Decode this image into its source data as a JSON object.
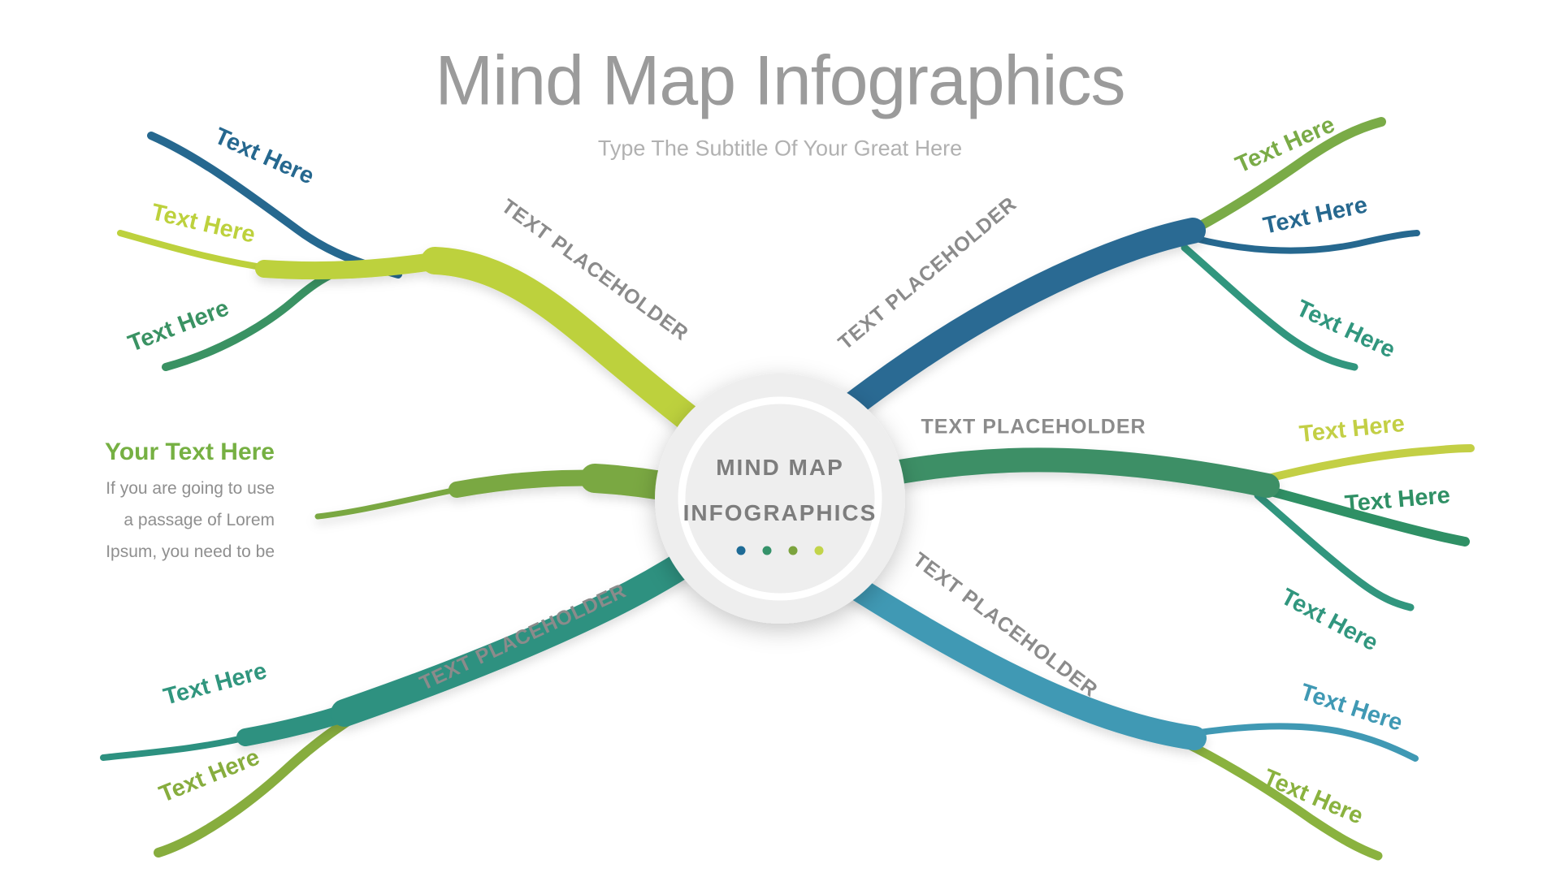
{
  "header": {
    "title": "Mind Map Infographics",
    "subtitle": "Type The Subtitle Of Your Great Here"
  },
  "center": {
    "line1": "MIND MAP",
    "line2": "INFOGRAPHICS",
    "text_color": "#7d7d7d",
    "dot_colors": [
      "#1e6b96",
      "#35926a",
      "#7ba33d",
      "#c2d44a"
    ]
  },
  "left_note": {
    "heading": "Your Text Here",
    "heading_color": "#76b043",
    "body_color": "#8f8f8f",
    "lines": [
      "If you are going to use",
      "a passage of Lorem",
      "Ipsum, you need to be"
    ]
  },
  "branches": {
    "top_left": {
      "placeholder": "TEXT PLACEHOLDER",
      "color": "#bdd13d",
      "tips": [
        {
          "label": "Text Here",
          "color": "#26688f"
        },
        {
          "label": "Text Here",
          "color": "#bdd13d"
        },
        {
          "label": "Text Here",
          "color": "#3a9263"
        }
      ]
    },
    "mid_left": {
      "color": "#7aa843"
    },
    "bottom_left": {
      "placeholder": "TEXT PLACEHOLDER",
      "color": "#2d9180",
      "tips": [
        {
          "label": "Text Here",
          "color": "#31967e"
        },
        {
          "label": "Text Here",
          "color": "#87ad3e"
        }
      ]
    },
    "top_right": {
      "placeholder": "TEXT PLACEHOLDER",
      "color": "#2a6b93",
      "tips": [
        {
          "label": "Text Here",
          "color": "#7aab47"
        },
        {
          "label": "Text Here",
          "color": "#26688f"
        },
        {
          "label": "Text Here",
          "color": "#31967e"
        }
      ]
    },
    "mid_right": {
      "placeholder": "TEXT PLACEHOLDER",
      "color": "#3d8f66",
      "tips": [
        {
          "label": "Text Here",
          "color": "#c3cf45"
        },
        {
          "label": "Text Here",
          "color": "#2f9065"
        },
        {
          "label": "Text Here",
          "color": "#31967e"
        }
      ]
    },
    "bottom_right": {
      "placeholder": "TEXT PLACEHOLDER",
      "color": "#4099b4",
      "tips": [
        {
          "label": "Text Here",
          "color": "#4099b4"
        },
        {
          "label": "Text Here",
          "color": "#8ab23f"
        }
      ]
    }
  }
}
